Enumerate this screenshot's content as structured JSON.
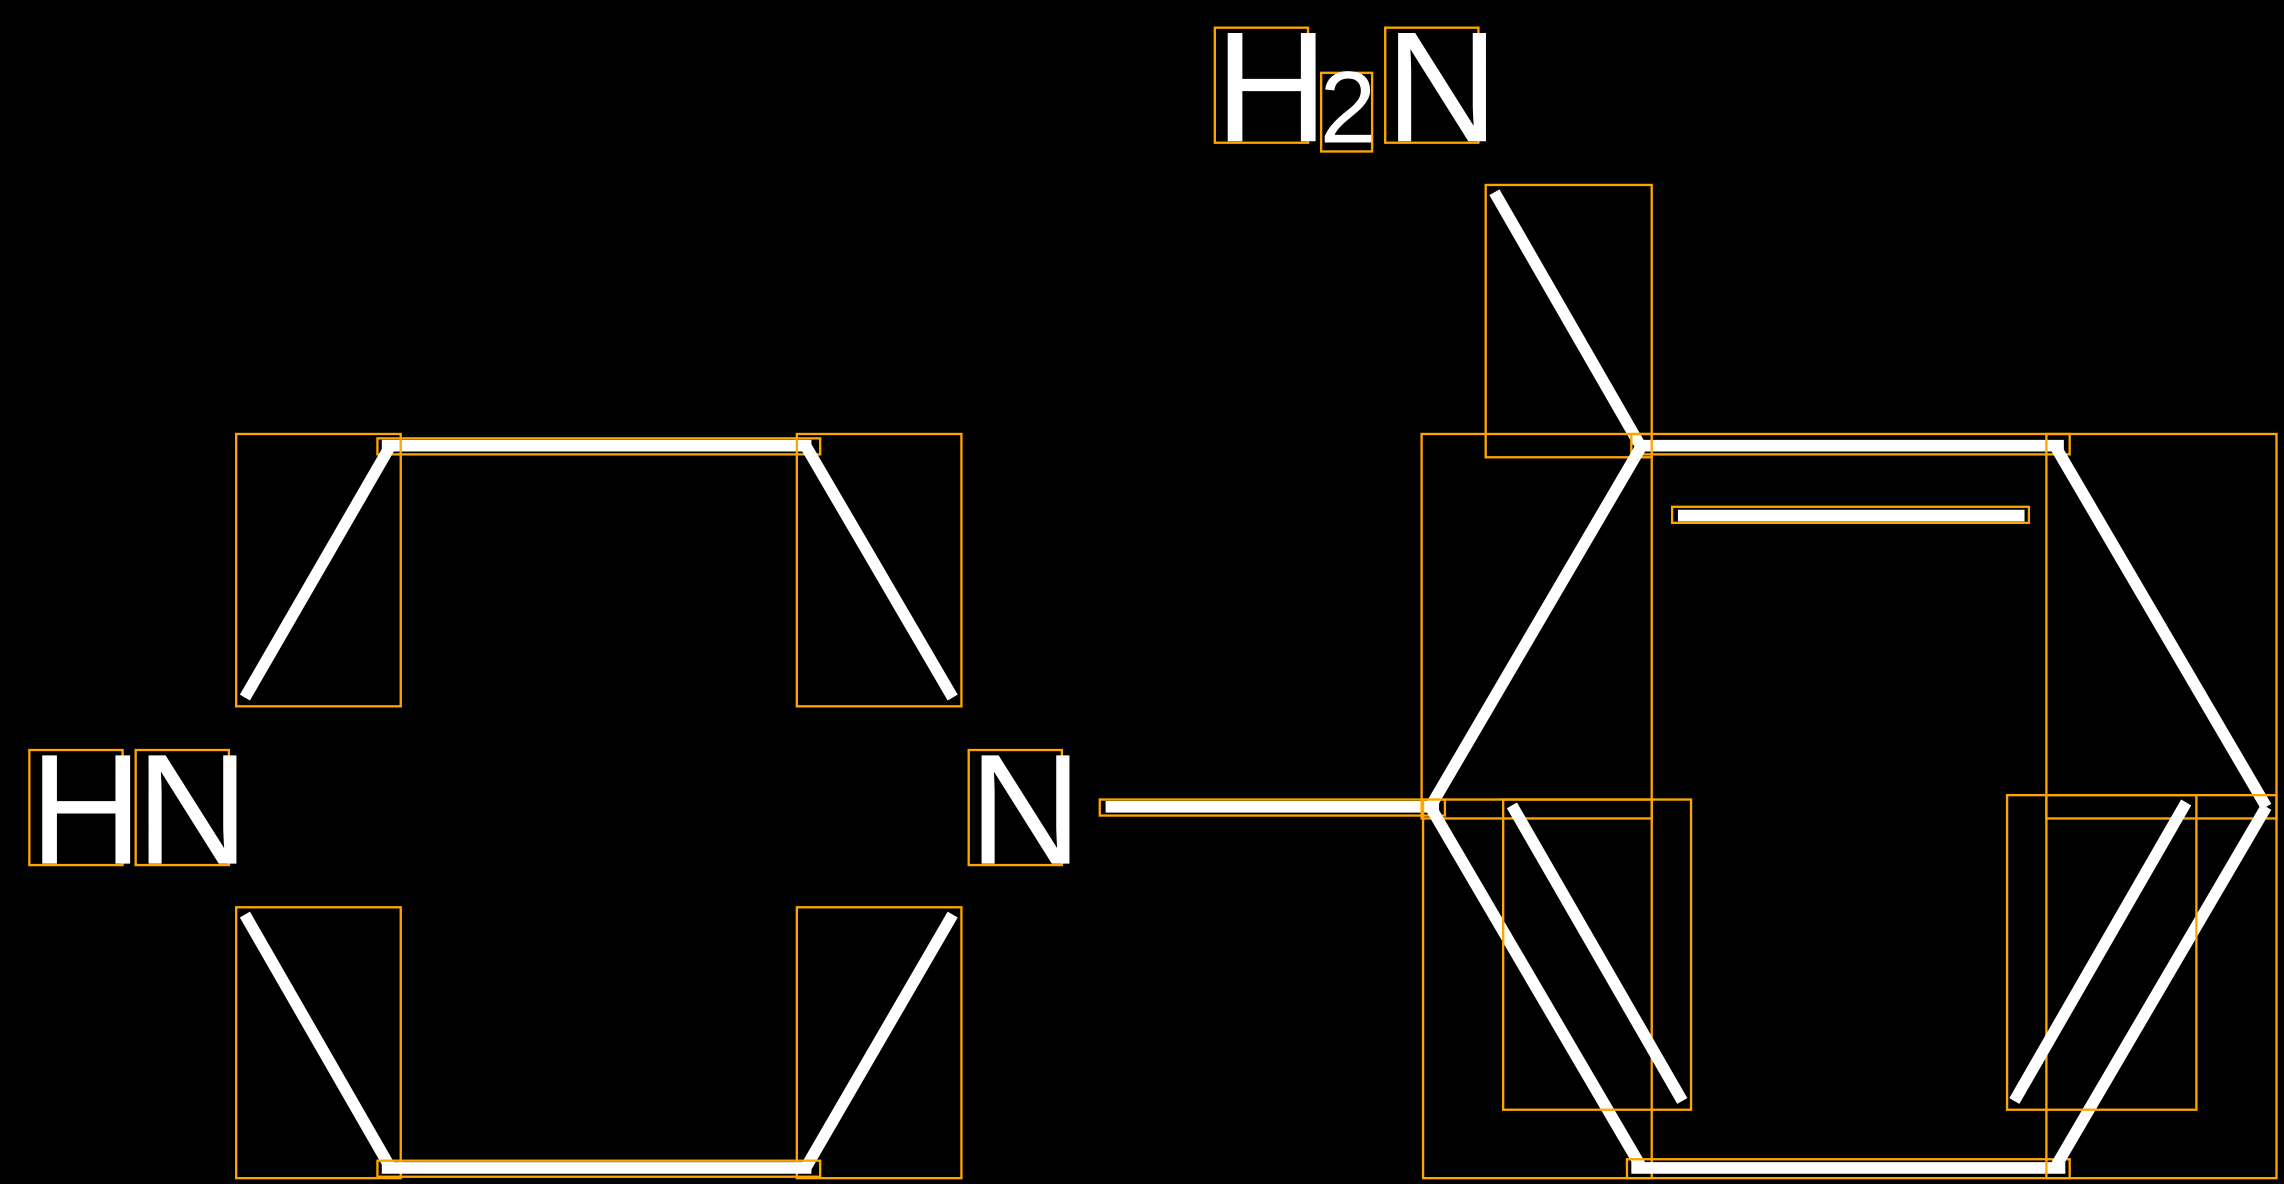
{
  "molecule": {
    "amine_group": {
      "h": "H",
      "subscript": "2",
      "n": "N"
    },
    "piperazine_nh": {
      "h": "H",
      "n": "N"
    },
    "piperazine_n": "N"
  },
  "colors": {
    "background": "#000000",
    "bond": "#ffffff",
    "bbox": "#ffa500"
  }
}
